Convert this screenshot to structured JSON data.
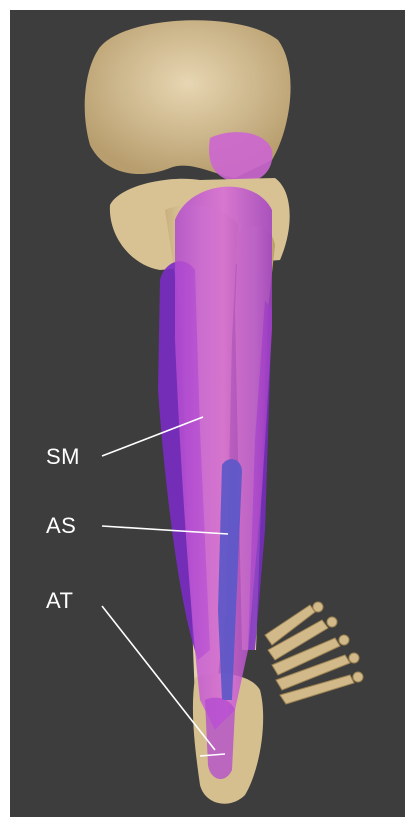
{
  "image": {
    "subject": "anatomy-illustration-leg-bones-with-muscle-overlay",
    "background_color": "#3d3d3d",
    "bone_color": "#d6c39a",
    "muscle_overlay_color": "#c44fd0",
    "deep_muscle_color": "#7a2bc4",
    "tendon_color": "#5a58c8",
    "leader_line_color": "#ffffff"
  },
  "labels": {
    "sm": "SM",
    "as": "AS",
    "at": "AT"
  }
}
